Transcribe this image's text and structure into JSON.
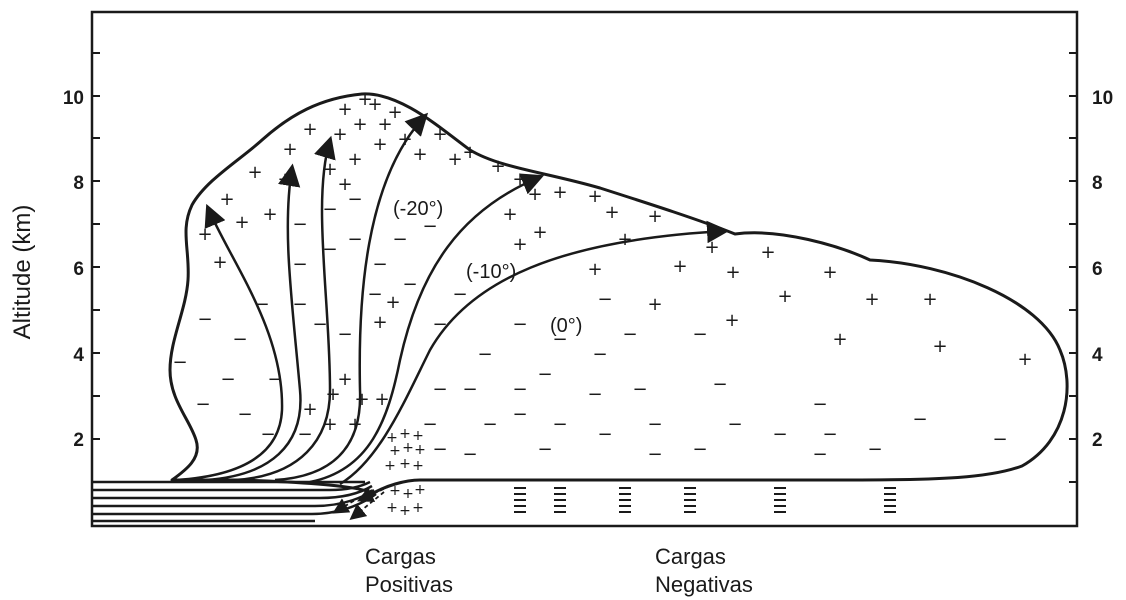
{
  "axis": {
    "ylabel": "Altitude (km)",
    "ticks": [
      "2",
      "4",
      "6",
      "8",
      "10"
    ],
    "yrange_km": [
      0,
      12
    ]
  },
  "isotherms": [
    "(-20°)",
    "(-10°)",
    "(0°)"
  ],
  "labels": {
    "positive_line1": "Cargas",
    "positive_line2": "Positivas",
    "negative_line1": "Cargas",
    "negative_line2": "Negativas"
  },
  "symbols": {
    "positive": "+",
    "negative": "−"
  },
  "colors": {
    "ink": "#1a1a1a",
    "background": "#ffffff"
  }
}
